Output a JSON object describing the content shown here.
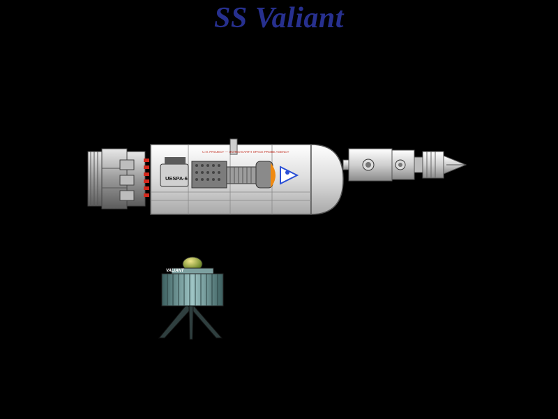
{
  "title": "SS Valiant",
  "ship": {
    "hull_text_top": "U.N. PROJECT — UNITED EARTH SPACE PROBE AGENCY",
    "hull_text_side": "UESPA-6"
  },
  "lander": {
    "label": "VALIANT"
  },
  "colors": {
    "background": "#000000",
    "title": "#27308f",
    "hull": "#e6e6e6",
    "engine_red": "#d42a1e",
    "accent_blue": "#2a4fd6",
    "accent_orange": "#f08a10",
    "lander_teal": "#5f8c8c"
  }
}
